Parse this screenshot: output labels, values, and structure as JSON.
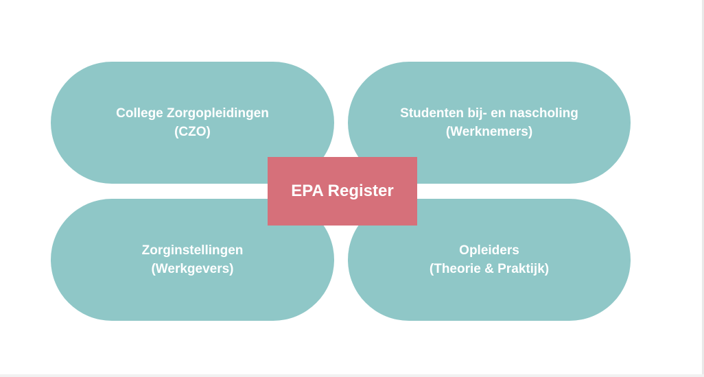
{
  "diagram": {
    "center": {
      "label": "EPA Register"
    },
    "nodes": [
      {
        "line1": "College Zorgopleidingen",
        "line2": "(CZO)"
      },
      {
        "line1": "Studenten bij- en nascholing",
        "line2": "(Werknemers)"
      },
      {
        "line1": "Zorginstellingen",
        "line2": "(Werkgevers)"
      },
      {
        "line1": "Opleiders",
        "line2": "(Theorie & Praktijk)"
      }
    ]
  },
  "colors": {
    "node_fill": "#8fc7c7",
    "center_fill": "#d6707a",
    "text": "#ffffff",
    "background": "#ffffff"
  }
}
